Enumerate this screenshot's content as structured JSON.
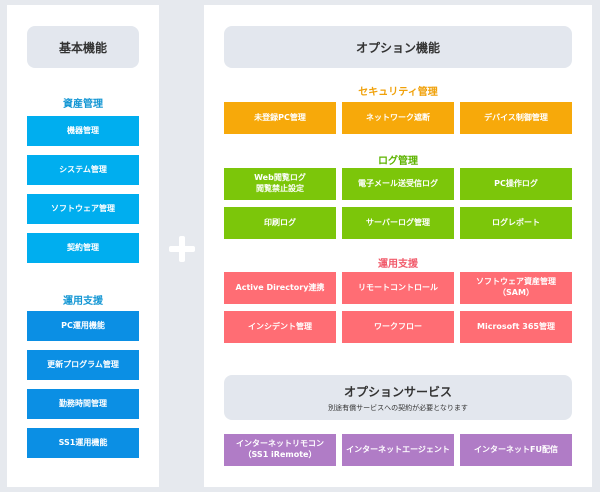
{
  "left": {
    "title": "基本機能",
    "asset": {
      "label": "資産管理",
      "items": [
        "機器管理",
        "システム管理",
        "ソフトウェア管理",
        "契約管理"
      ]
    },
    "ops": {
      "label": "運用支援",
      "items": [
        "PC運用機能",
        "更新プログラム管理",
        "勤務時間管理",
        "SS1運用機能"
      ]
    }
  },
  "right": {
    "title": "オプション機能",
    "security": {
      "label": "セキュリティ管理",
      "items": [
        "未登録PC管理",
        "ネットワーク遮断",
        "デバイス制御管理"
      ]
    },
    "log": {
      "label": "ログ管理",
      "items": [
        "Web閲覧ログ\n閲覧禁止設定",
        "電子メール送受信ログ",
        "PC操作ログ",
        "印刷ログ",
        "サーバーログ管理",
        "ログレポート"
      ]
    },
    "ops": {
      "label": "運用支援",
      "items": [
        "Active Directory連携",
        "リモートコントロール",
        "ソフトウェア資産管理\n（SAM）",
        "インシデント管理",
        "ワークフロー",
        "Microsoft 365管理"
      ]
    },
    "services": {
      "title": "オプションサービス",
      "subtitle": "別途有償サービスへの契約が必要となります",
      "items": [
        "インターネットリモコン\n（SS1 iRemote）",
        "インターネットエージェント",
        "インターネットFU配信"
      ]
    }
  },
  "colors": {
    "asset": "#00aeef",
    "ops_basic": "#0b8fe4",
    "security": "#f7a90a",
    "log": "#7cc60a",
    "ops_option": "#ff6d74",
    "services": "#b07cc6"
  }
}
